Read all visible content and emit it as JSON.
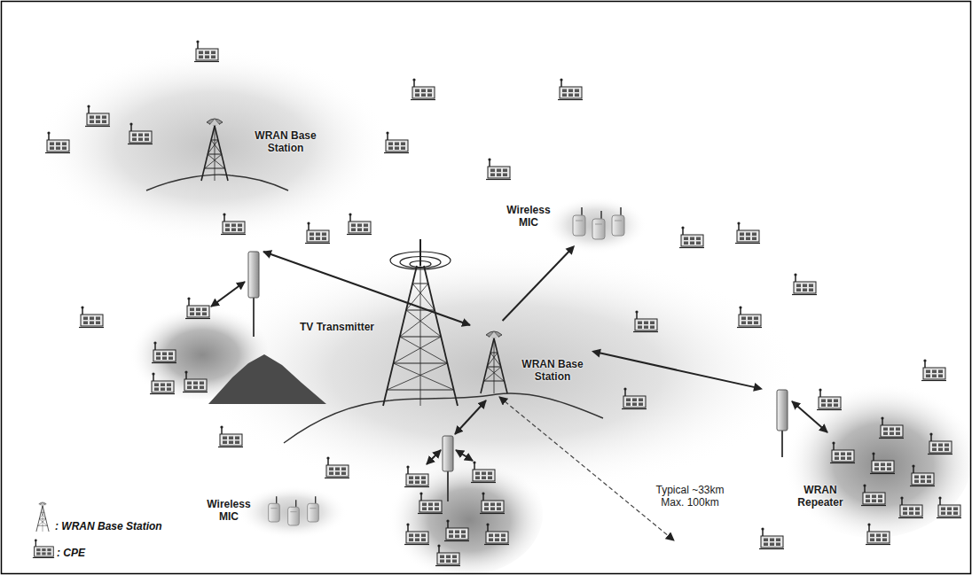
{
  "diagram": {
    "nodes": [
      {
        "text": [
          "Wireless MIC"
        ]
      },
      {
        "text": [
          "WRAN Base Station"
        ]
      },
      {
        "text": [
          "WRAN Repeater"
        ]
      }
    ],
    "edges": [
      {
        "from": 1,
        "to": 0,
        "arrow": "to"
      },
      {
        "from": 1,
        "to": 2,
        "arrow": "both"
      }
    ],
    "labels": [
      "WRAN Base Station",
      "TV Transmitter",
      "Typical ~33km Max. 100km",
      "Wireless MIC"
    ],
    "legend": [
      {
        "text": ": WRAN Base Station"
      },
      {
        "text": ": CPE"
      }
    ]
  }
}
